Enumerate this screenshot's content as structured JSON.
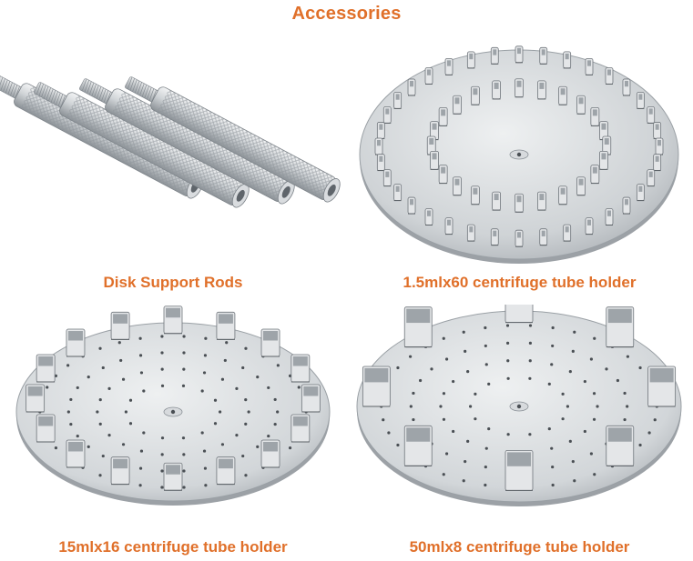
{
  "header": {
    "title": "Accessories"
  },
  "items": [
    {
      "caption": "Disk Support Rods",
      "image_icon": "support-rods-image"
    },
    {
      "caption": "1.5mlx60 centrifuge tube holder",
      "image_icon": "disk-60-clips-image"
    },
    {
      "caption": "15mlx16 centrifuge tube holder",
      "image_icon": "disk-16-clips-image"
    },
    {
      "caption": "50mlx8 centrifuge tube holder",
      "image_icon": "disk-8-clips-image"
    }
  ],
  "colors": {
    "accent": "#e0702a",
    "metal_light": "#e6e8ea",
    "metal_mid": "#c3c7cb",
    "metal_dark": "#8a9096"
  }
}
